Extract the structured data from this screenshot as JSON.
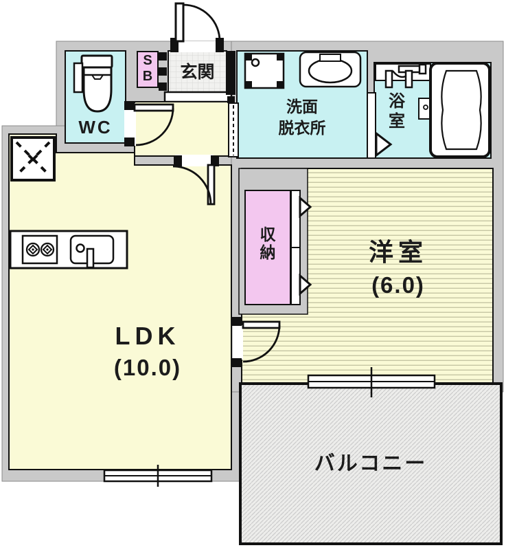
{
  "title": "apartment-floor-plan",
  "rooms": {
    "wc": {
      "label": "WC"
    },
    "shoe_box": {
      "label": "S\nB"
    },
    "entrance": {
      "label": "玄関"
    },
    "washroom": {
      "label": "洗面\n脱衣所"
    },
    "bathroom": {
      "label": "浴\n室"
    },
    "closet": {
      "label": "収\n納"
    },
    "western_room": {
      "label": "洋室",
      "size": "(6.0)"
    },
    "ldk": {
      "label": "LDK",
      "size": "(10.0)"
    },
    "balcony": {
      "label": "バルコニー"
    }
  },
  "colors": {
    "wall_gray": "#c9c9c9",
    "room_cyan": "#c8f1f2",
    "room_yellow": "#fafad6",
    "room_pink": "#f3c7ef",
    "balcony_fill": "#ededeb",
    "line_black": "#111111",
    "tile_white": "#f1f1ef"
  }
}
